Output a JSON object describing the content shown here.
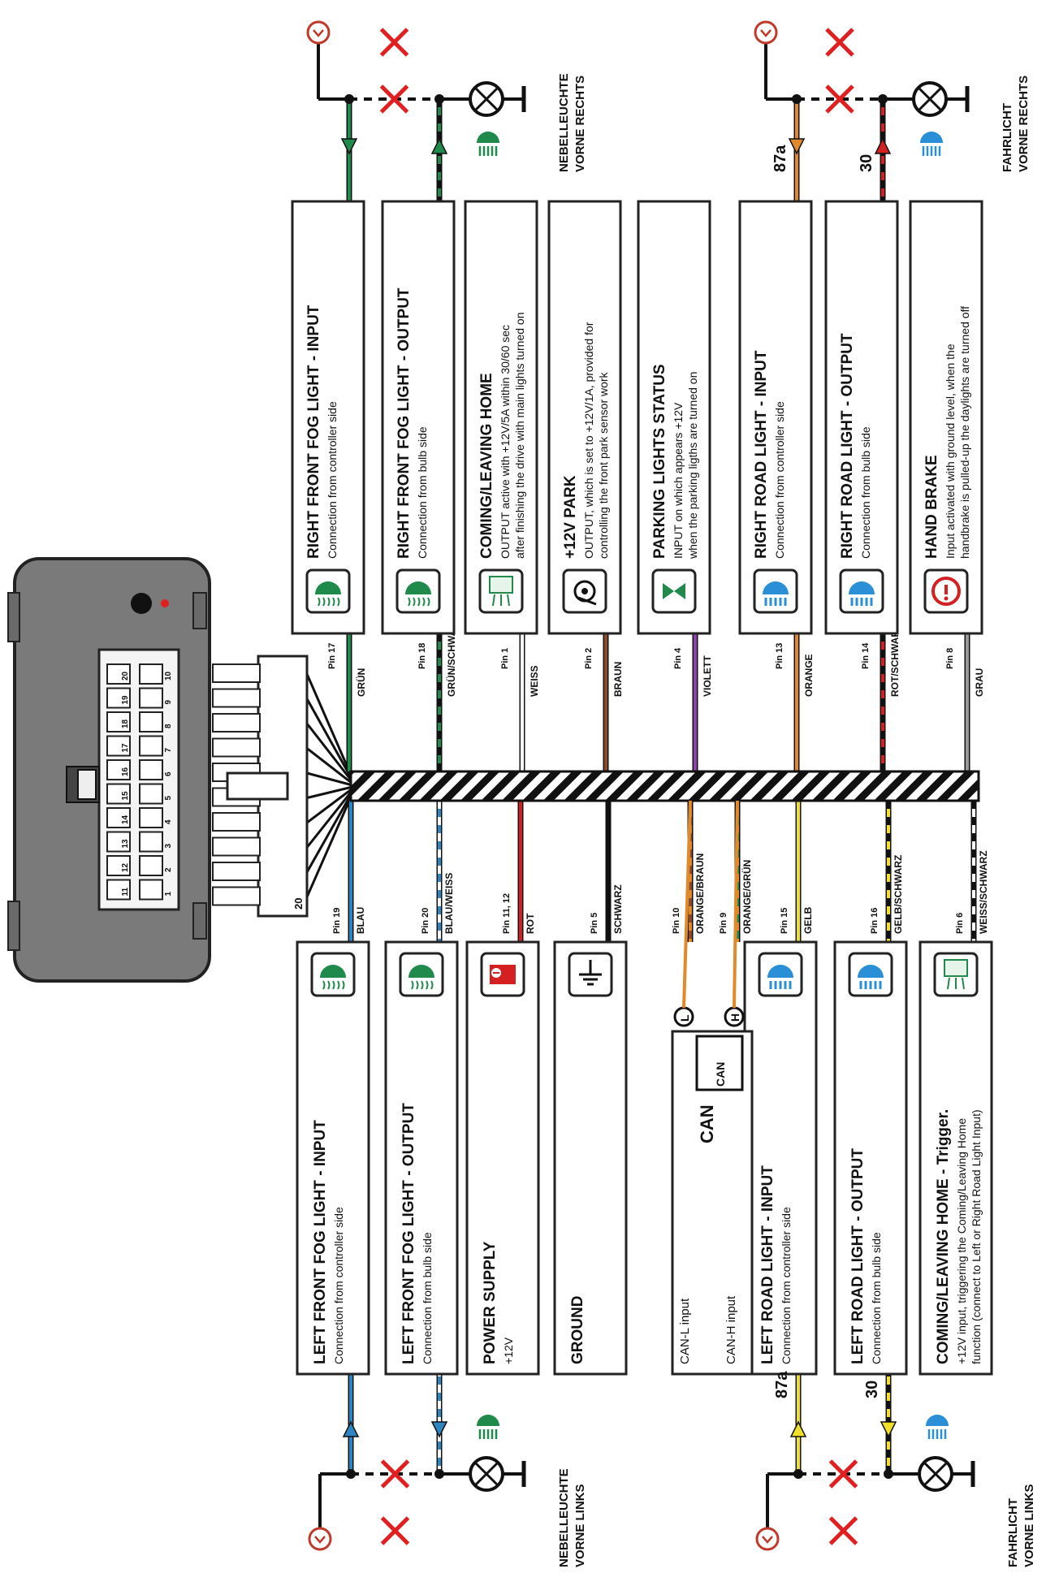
{
  "connector": {
    "pin_numbers": [
      "1",
      "2",
      "3",
      "4",
      "5",
      "6",
      "7",
      "8",
      "9",
      "10",
      "11",
      "12",
      "13",
      "14",
      "15",
      "16",
      "17",
      "18",
      "19",
      "20"
    ],
    "end_label": "20"
  },
  "harness": {
    "top": [
      {
        "pin": "Pin 17",
        "wire": "GRÜN",
        "color": "#1f8a4c",
        "stripe": "",
        "title": "RIGHT FRONT FOG LIGHT - INPUT",
        "desc": [
          "Connection from controller side"
        ],
        "icon": "fog-lamp-icon"
      },
      {
        "pin": "Pin 18",
        "wire": "GRÜN/SCHWARZ",
        "color": "#1f8a4c",
        "stripe": "#111111",
        "title": "RIGHT FRONT FOG LIGHT - OUTPUT",
        "desc": [
          "Connection from bulb side"
        ],
        "icon": "fog-lamp-icon"
      },
      {
        "pin": "Pin 1",
        "wire": "WEISS",
        "color": "#ffffff",
        "stripe": "",
        "title": "COMING/LEAVING HOME",
        "desc": [
          "OUTPUT active with +12V/5A within 30/60 sec",
          "after finishing the drive with main lights turned on"
        ],
        "icon": "coming-home-icon"
      },
      {
        "pin": "Pin 2",
        "wire": "BRAUN",
        "color": "#8b4a2b",
        "stripe": "",
        "title": "+12V PARK",
        "desc": [
          "OUTPUT, which is set to +12V/1A, provided for",
          "controlling the front park sensor work"
        ],
        "icon": "park-sensor-icon"
      },
      {
        "pin": "Pin 4",
        "wire": "VIOLETT",
        "color": "#8e44ad",
        "stripe": "",
        "title": "PARKING LIGHTS STATUS",
        "desc": [
          "INPUT on which appears +12V",
          "when the parking ligths are turned on"
        ],
        "icon": "parking-lights-icon"
      },
      {
        "pin": "Pin 13",
        "wire": "ORANGE",
        "color": "#e08a2c",
        "stripe": "",
        "title": "RIGHT ROAD LIGHT - INPUT",
        "desc": [
          "Connection from controller side"
        ],
        "icon": "road-lamp-icon"
      },
      {
        "pin": "Pin 14",
        "wire": "ROT/SCHWARZ",
        "color": "#d42020",
        "stripe": "#111111",
        "title": "RIGHT ROAD LIGHT - OUTPUT",
        "desc": [
          "Connection from bulb side"
        ],
        "icon": "road-lamp-icon"
      },
      {
        "pin": "Pin 8",
        "wire": "GRAU",
        "color": "#9a9a9a",
        "stripe": "",
        "title": "HAND BRAKE",
        "desc": [
          "Input activated with ground level, when the",
          "handbrake is pulled-up the daylights are turned off"
        ],
        "icon": "hand-brake-icon"
      }
    ],
    "bottom": [
      {
        "pin": "Pin 19",
        "wire": "BLAU",
        "color": "#2e86c1",
        "stripe": "",
        "title": "LEFT FRONT FOG LIGHT - INPUT",
        "desc": [
          "Connection from controller side"
        ],
        "icon": "fog-lamp-icon"
      },
      {
        "pin": "Pin 20",
        "wire": "BLAU/WEISS",
        "color": "#2e86c1",
        "stripe": "#ffffff",
        "title": "LEFT FRONT FOG LIGHT - OUTPUT",
        "desc": [
          "Connection from bulb side"
        ],
        "icon": "fog-lamp-icon"
      },
      {
        "pin": "Pin 11, 12",
        "wire": "ROT",
        "color": "#d42020",
        "stripe": "",
        "title": "POWER SUPPLY",
        "desc": [
          "+12V"
        ],
        "icon": "battery-icon"
      },
      {
        "pin": "Pin 5",
        "wire": "SCHWARZ",
        "color": "#111111",
        "stripe": "",
        "title": "GROUND",
        "desc": [],
        "icon": "ground-icon"
      },
      {
        "pin": "Pin 10",
        "wire": "ORANGE/BRAUN",
        "color": "#e08a2c",
        "stripe": "#8b4a2b",
        "title": "",
        "desc": [],
        "icon": ""
      },
      {
        "pin": "Pin 9",
        "wire": "ORANGE/GRÜN",
        "color": "#e08a2c",
        "stripe": "#1f8a4c",
        "title": "",
        "desc": [],
        "icon": ""
      },
      {
        "pin": "Pin 15",
        "wire": "GELB",
        "color": "#f1e02a",
        "stripe": "",
        "title": "LEFT ROAD LIGHT - INPUT",
        "desc": [
          "Connection from controller side"
        ],
        "icon": "road-lamp-icon"
      },
      {
        "pin": "Pin 16",
        "wire": "GELB/SCHWARZ",
        "color": "#f1e02a",
        "stripe": "#111111",
        "title": "LEFT ROAD LIGHT - OUTPUT",
        "desc": [
          "Connection from bulb side"
        ],
        "icon": "road-lamp-icon"
      },
      {
        "pin": "Pin 6",
        "wire": "WEISS/SCHWARZ",
        "color": "#ffffff",
        "stripe": "#111111",
        "title": "COMING/LEAVING HOME - Trigger.",
        "desc": [
          "+12V input, triggering the Coming/Leaving Home",
          "function (connect to Left or Right Road Light Input)"
        ],
        "icon": "trigger-icon"
      }
    ],
    "can": {
      "title": "CAN",
      "icon_text": "CAN",
      "low_letter": "L",
      "high_letter": "H",
      "low_input": "CAN-L input",
      "high_input": "CAN-H input"
    }
  },
  "lamps": {
    "right_fog": [
      "NEBELLEUCHTE",
      "VORNE RECHTS"
    ],
    "left_fog": [
      "NEBELLEUCHTE",
      "VORNE LINKS"
    ],
    "right_road": [
      "FAHRLICHT",
      "VORNE RECHTS"
    ],
    "left_road": [
      "FAHRLICHT",
      "VORNE LINKS"
    ],
    "relay_in": "87a",
    "relay_out": "30"
  }
}
